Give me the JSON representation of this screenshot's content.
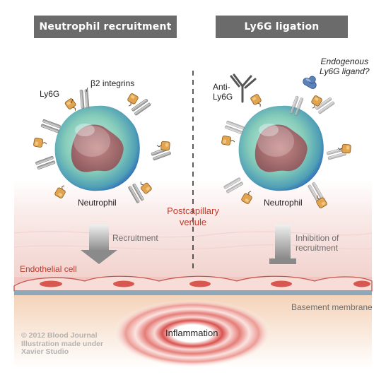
{
  "headers": {
    "left": "Neutrophil recruitment",
    "right": "Ly6G ligation"
  },
  "labels": {
    "ly6g": "Ly6G",
    "beta2_integrins": "β2 integrins",
    "neutrophil_left": "Neutrophil",
    "neutrophil_right": "Neutrophil",
    "anti_ly6g": "Anti-\nLy6G",
    "endogenous_ligand": "Endogenous\nLy6G ligand?",
    "postcapillary_venule": "Postcapillary\nvenule",
    "recruitment": "Recruitment",
    "inhibition": "Inhibition of\nrecruitment",
    "endothelial_cell": "Endothelial cell",
    "basement_membrane": "Basement membrane",
    "inflammation": "Inflammation",
    "credit": "© 2012 Blood Journal\nIllustration made under\nXavier Studio"
  },
  "colors": {
    "header_bg": "#6b6b6b",
    "red_text": "#c0392b",
    "ly6g_receptor": "#e1a44f",
    "integrin": "#9a9a9a",
    "neutrophil_body": "#7fc7b6",
    "ligand": "#5b82b8",
    "venule_bg": "#f7e2df"
  }
}
